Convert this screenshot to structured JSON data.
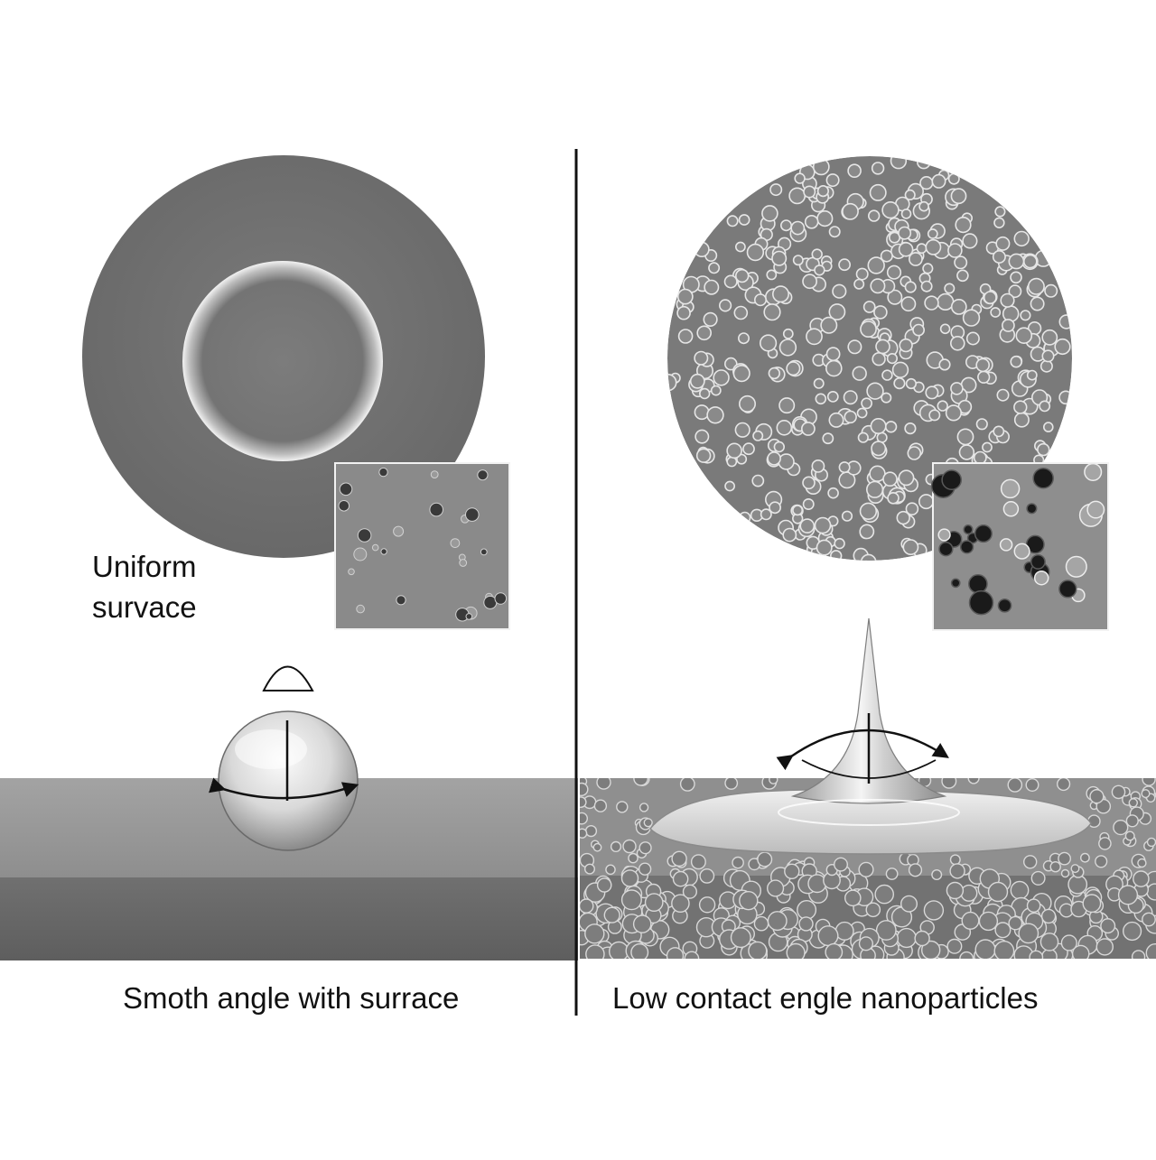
{
  "left_panel": {
    "label_line1": "Uniform",
    "label_line2": "survace",
    "caption": "Smoth angle with surrace"
  },
  "right_panel": {
    "caption": "Low contact engle nanoparticles"
  },
  "colors": {
    "background": "#ffffff",
    "sem_gray": "#6f6f6f",
    "inset_gray": "#8c8c8c",
    "substrate_top": "#9a9a9a",
    "substrate_side": "#6a6a6a",
    "divider": "#111111"
  }
}
